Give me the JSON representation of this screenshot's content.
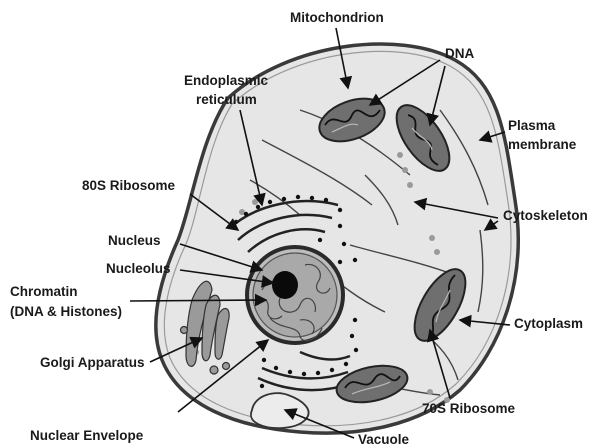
{
  "labels": {
    "mitochondrion": "Mitochondrion",
    "dna": "DNA",
    "endoplasmic_reticulum_line1": "Endoplasmic",
    "endoplasmic_reticulum_line2": "reticulum",
    "plasma_membrane_line1": "Plasma",
    "plasma_membrane_line2": "membrane",
    "ribosome_80s": "80S Ribosome",
    "cytoskeleton": "Cytoskeleton",
    "nucleus": "Nucleus",
    "nucleolus": "Nucleolus",
    "chromatin_line1": "Chromatin",
    "chromatin_line2": "(DNA & Histones)",
    "cytoplasm": "Cytoplasm",
    "golgi_apparatus": "Golgi Apparatus",
    "ribosome_70s": "70S Ribosome",
    "nuclear_envelope": "Nuclear Envelope",
    "vacuole": "Vacuole"
  },
  "colors": {
    "cell_fill": "#e6e6e6",
    "cell_outline": "#3a3a3a",
    "nucleus_fill": "#bdbdbd",
    "nucleus_outline": "#2a2a2a",
    "nucleolus_fill": "#0a0a0a",
    "mito_fill": "#6f6f6f",
    "golgi_fill": "#9a9a9a",
    "label_text": "#1a1a1a"
  }
}
